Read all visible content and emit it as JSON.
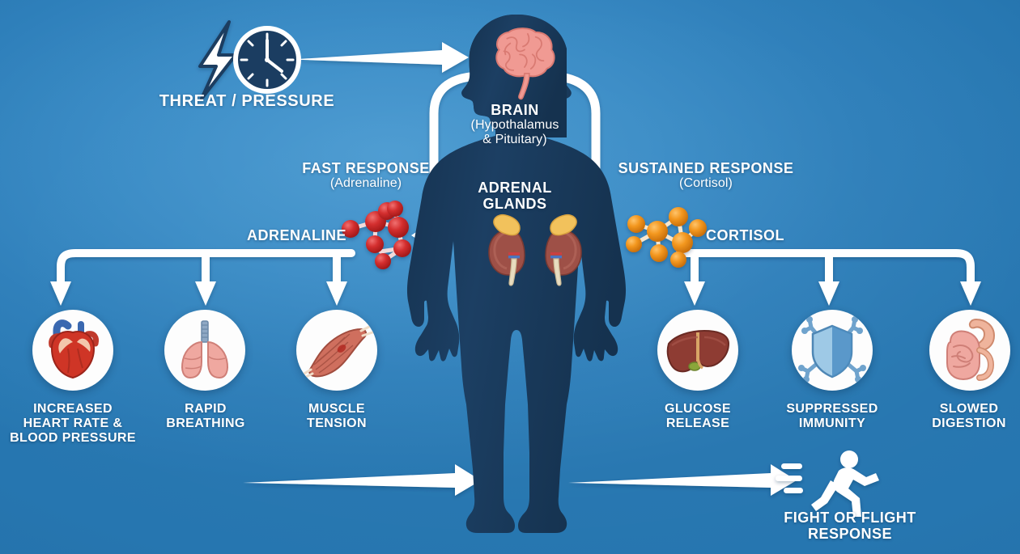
{
  "diagram": {
    "title_hidden": "",
    "background_color": "#3487c6",
    "accent_white": "#ffffff",
    "silhouette_color": "#1b3d61",
    "adrenaline_color": "#cf2b2b",
    "cortisol_color": "#f0952c"
  },
  "stimulus": {
    "icon_bolt": "lightning-bolt-icon",
    "icon_clock": "clock-icon",
    "label": "THREAT / PRESSURE"
  },
  "body": {
    "brain_label": "BRAIN",
    "brain_sub_line1": "(Hypothalamus",
    "brain_sub_line2": "& Pituitary)",
    "adrenal_label_line1": "ADRENAL",
    "adrenal_label_line2": "GLANDS",
    "brain_icon": "brain-icon",
    "kidney_icon": "adrenal-kidney-icon"
  },
  "pathways": {
    "fast": {
      "title": "FAST RESPONSE",
      "subtitle": "(Adrenaline)",
      "hormone_label": "ADRENALINE",
      "hormone_icon": "adrenaline-molecule-icon"
    },
    "sustained": {
      "title": "SUSTAINED RESPONSE",
      "subtitle": "(Cortisol)",
      "hormone_label": "CORTISOL",
      "hormone_icon": "cortisol-molecule-icon"
    }
  },
  "effects_fast": [
    {
      "icon": "heart-icon",
      "lines": [
        "INCREASED",
        "HEART RATE &",
        "BLOOD PRESSURE"
      ]
    },
    {
      "icon": "lungs-icon",
      "lines": [
        "RAPID",
        "BREATHING"
      ]
    },
    {
      "icon": "muscle-icon",
      "lines": [
        "MUSCLE",
        "TENSION"
      ]
    }
  ],
  "effects_sustained": [
    {
      "icon": "liver-icon",
      "lines": [
        "GLUCOSE",
        "RELEASE"
      ]
    },
    {
      "icon": "shield-immunity-icon",
      "lines": [
        "SUPPRESSED",
        "IMMUNITY"
      ]
    },
    {
      "icon": "intestines-icon",
      "lines": [
        "SLOWED",
        "DIGESTION"
      ]
    }
  ],
  "outcome": {
    "icon": "running-person-icon",
    "line1": "FIGHT OR FLIGHT",
    "line2": "RESPONSE"
  }
}
